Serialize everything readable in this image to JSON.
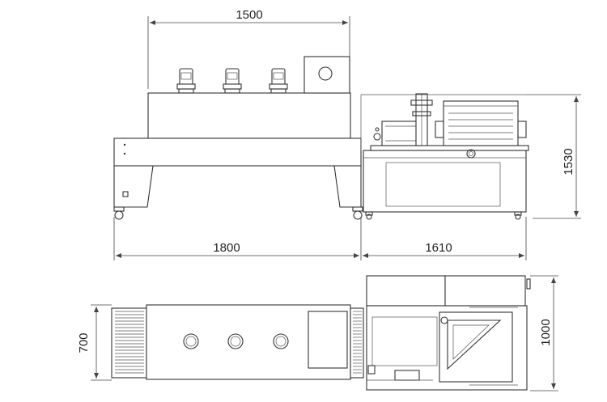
{
  "dimensions": {
    "tunnel_width": "1500",
    "tunnel_length": "1800",
    "sealer_length": "1610",
    "overall_height": "1530",
    "tunnel_depth": "700",
    "sealer_depth": "1000"
  }
}
